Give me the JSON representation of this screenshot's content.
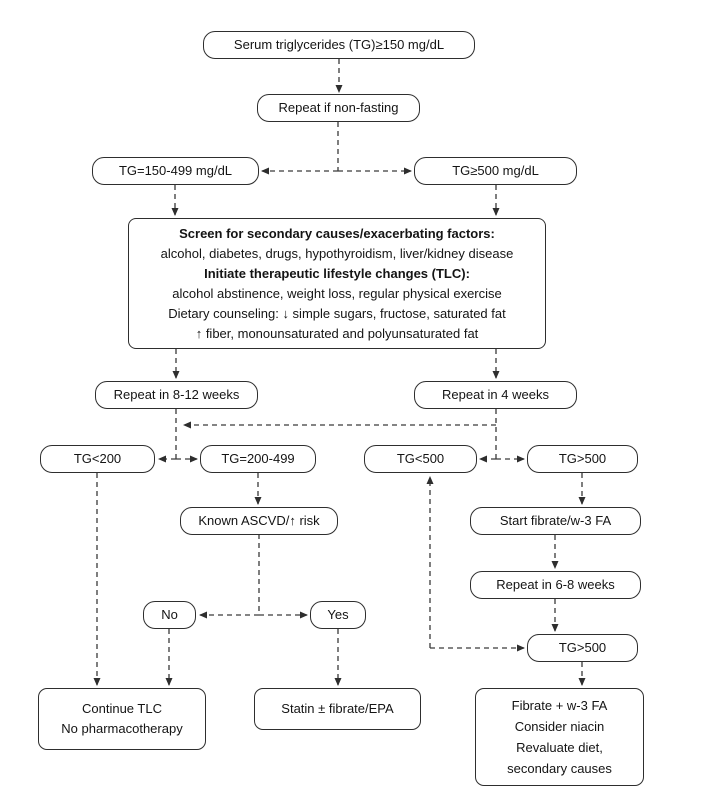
{
  "title": "Hypertriglyceridemia management flowchart",
  "colors": {
    "border": "#2e2e2e",
    "background": "#ffffff",
    "text": "#141414",
    "line": "#3a3a3a"
  },
  "boxes": {
    "serum": {
      "label": "Serum triglycerides (TG)≥150 mg/dL"
    },
    "repeat_nonfasting": {
      "label": "Repeat if non-fasting"
    },
    "tg_150_499": {
      "label": "TG=150-499 mg/dL"
    },
    "tg_ge_500": {
      "label": "TG≥500 mg/dL"
    },
    "screen": {
      "lines": [
        "Screen for secondary causes/exacerbating factors:",
        "alcohol, diabetes, drugs, hypothyroidism, liver/kidney disease",
        "Initiate therapeutic lifestyle changes (TLC):",
        "alcohol abstinence, weight loss, regular physical exercise",
        "Dietary counseling: ↓ simple sugars, fructose, saturated fat",
        "↑ fiber, monounsaturated and polyunsaturated fat"
      ]
    },
    "repeat_8_12": {
      "label": "Repeat in 8-12 weeks"
    },
    "repeat_4": {
      "label": "Repeat in 4 weeks"
    },
    "tg_lt_200": {
      "label": "TG<200"
    },
    "tg_200_499": {
      "label": "TG=200-499"
    },
    "tg_lt_500": {
      "label": "TG<500"
    },
    "tg_gt_500_a": {
      "label": "TG>500"
    },
    "known_ascvd": {
      "label": "Known ASCVD/↑ risk"
    },
    "start_fibrate": {
      "label": "Start fibrate/w-3 FA"
    },
    "no": {
      "label": "No"
    },
    "yes": {
      "label": "Yes"
    },
    "repeat_6_8": {
      "label": "Repeat in 6-8 weeks"
    },
    "tg_gt_500_b": {
      "label": "TG>500"
    },
    "continue_tlc": {
      "lines": [
        "Continue TLC",
        "No pharmacotherapy"
      ]
    },
    "statin": {
      "label": "Statin ± fibrate/EPA"
    },
    "fibrate_niacin": {
      "lines": [
        "Fibrate + w-3 FA",
        "Consider niacin",
        "Revaluate diet,",
        "secondary causes"
      ]
    }
  }
}
